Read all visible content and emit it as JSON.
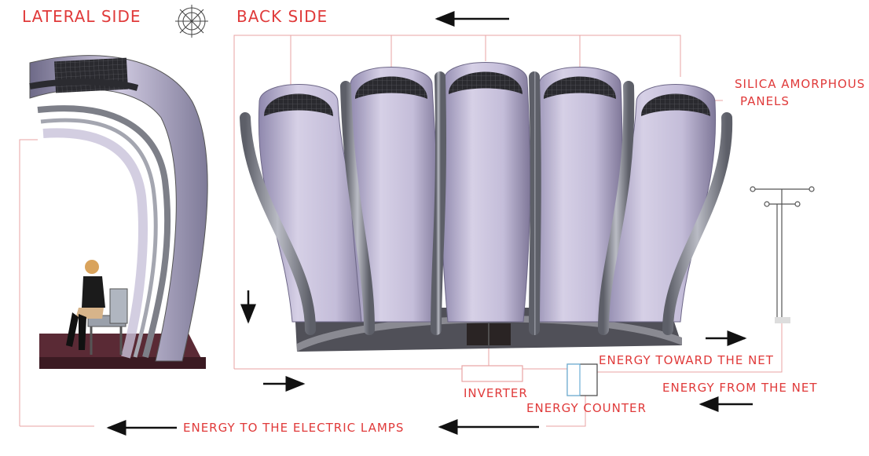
{
  "labels": {
    "lateral_side": "LATERAL SIDE",
    "back_side": "BACK SIDE",
    "silica_line1": "SILICA AMORPHOUS",
    "silica_line2": "PANELS",
    "energy_toward_net": "ENERGY TOWARD THE NET",
    "energy_from_net": "ENERGY FROM THE NET",
    "inverter": "INVERTER",
    "energy_counter": "ENERGY COUNTER",
    "energy_to_lamps": "ENERGY TO THE ELECTRIC LAMPS"
  },
  "icons": [
    "compass-icon",
    "utility-pole-icon",
    "arrow-icon"
  ],
  "colors": {
    "label": "#e03a3a",
    "wire": "#e8a3a3",
    "shell": "#c9c3dc",
    "shell_dark": "#8f88ad",
    "rib": "#7d7f88",
    "panel": "#2b2b30",
    "base": "#505058",
    "floor": "#5a2a35"
  }
}
